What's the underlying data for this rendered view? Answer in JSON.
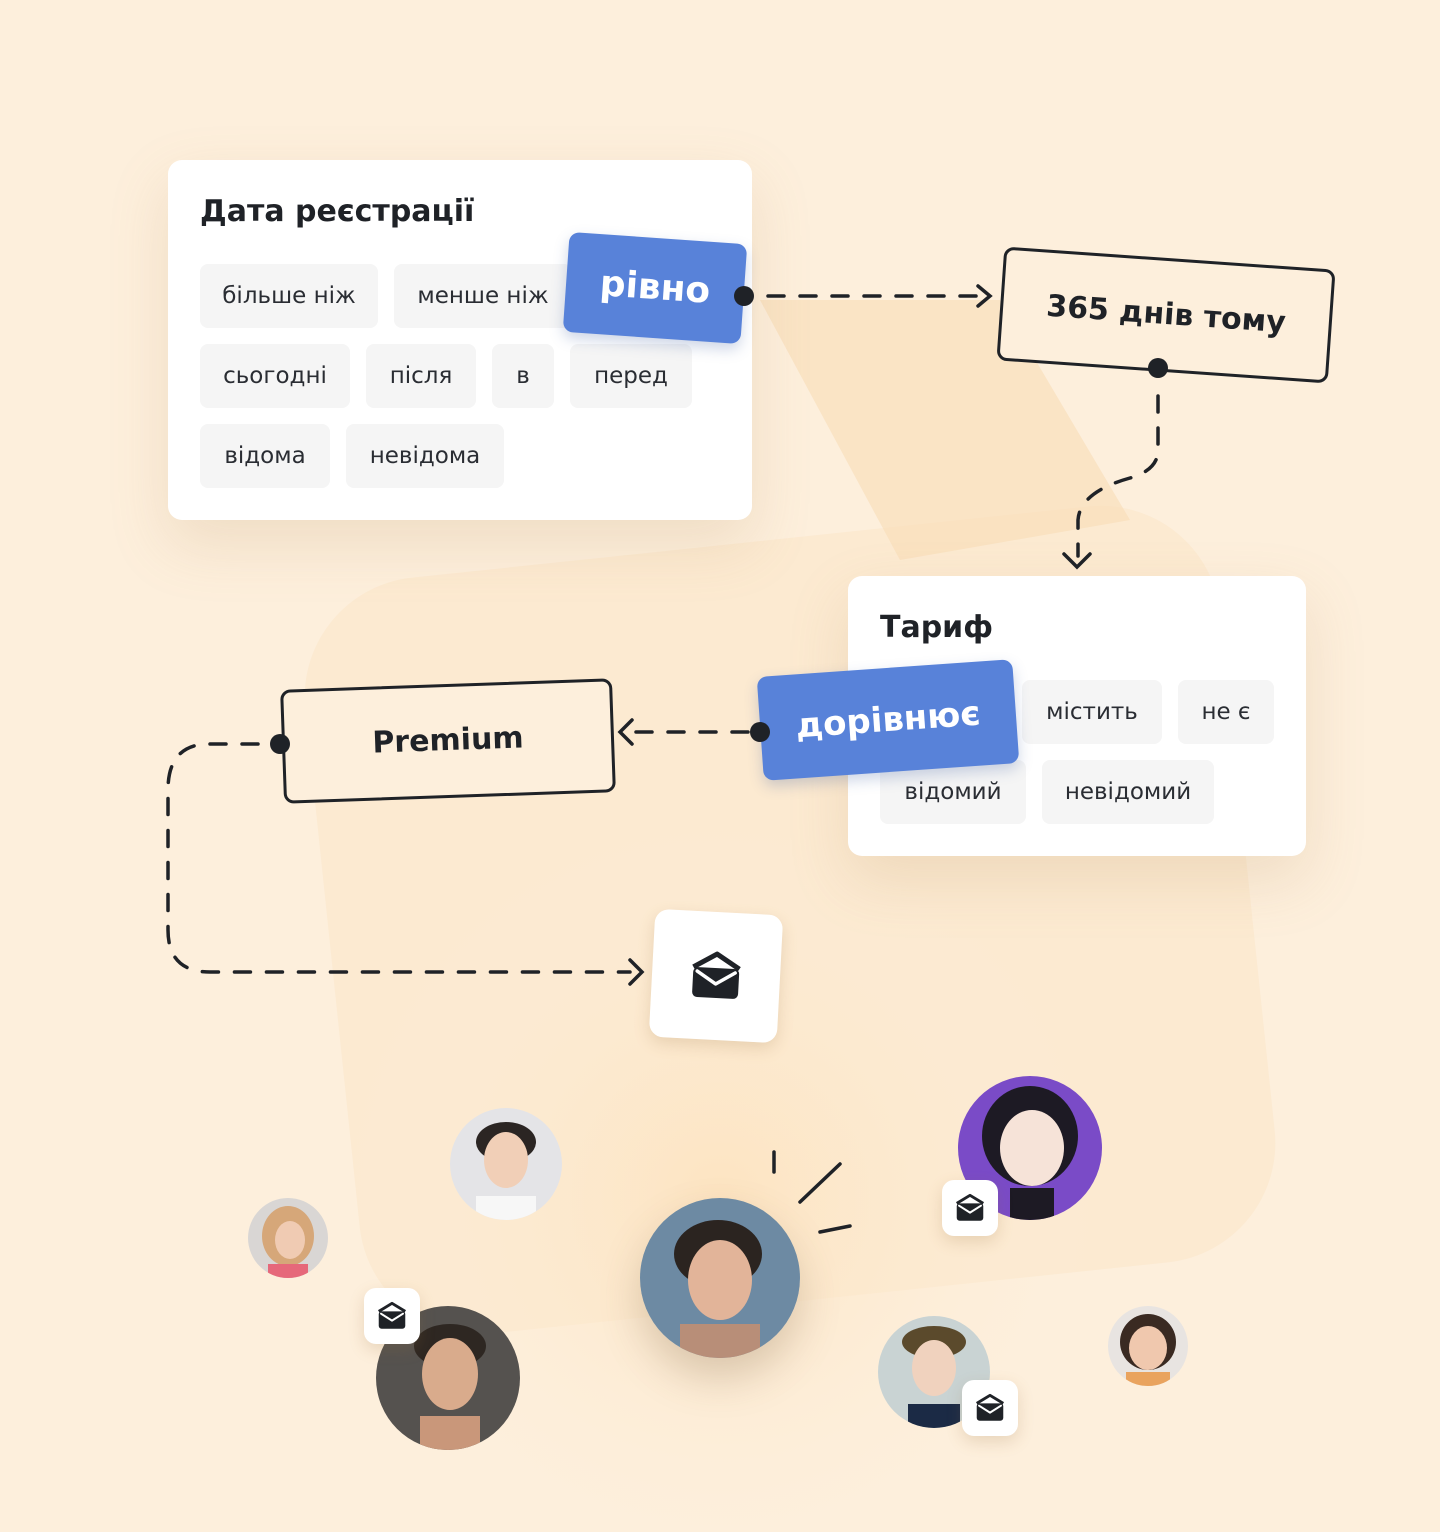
{
  "registration_card": {
    "title": "Дата реєстрації",
    "chips": [
      "більше ніж",
      "менше ніж",
      "сьогодні",
      "після",
      "в",
      "перед",
      "відома",
      "невідома"
    ],
    "selected": "рівно"
  },
  "days_box": {
    "label": "365 днів тому"
  },
  "tariff_card": {
    "title": "Тариф",
    "chips": [
      "містить",
      "не є",
      "відомий",
      "невідомий"
    ],
    "selected": "дорівнює"
  },
  "premium_box": {
    "label": "Premium"
  },
  "icons": {
    "email_action": "envelope-open-icon",
    "badge": "envelope-open-icon"
  },
  "colors": {
    "background": "#fdefdc",
    "accent": "#5882d9",
    "ink": "#1f2227",
    "chip": "#f5f5f5"
  }
}
